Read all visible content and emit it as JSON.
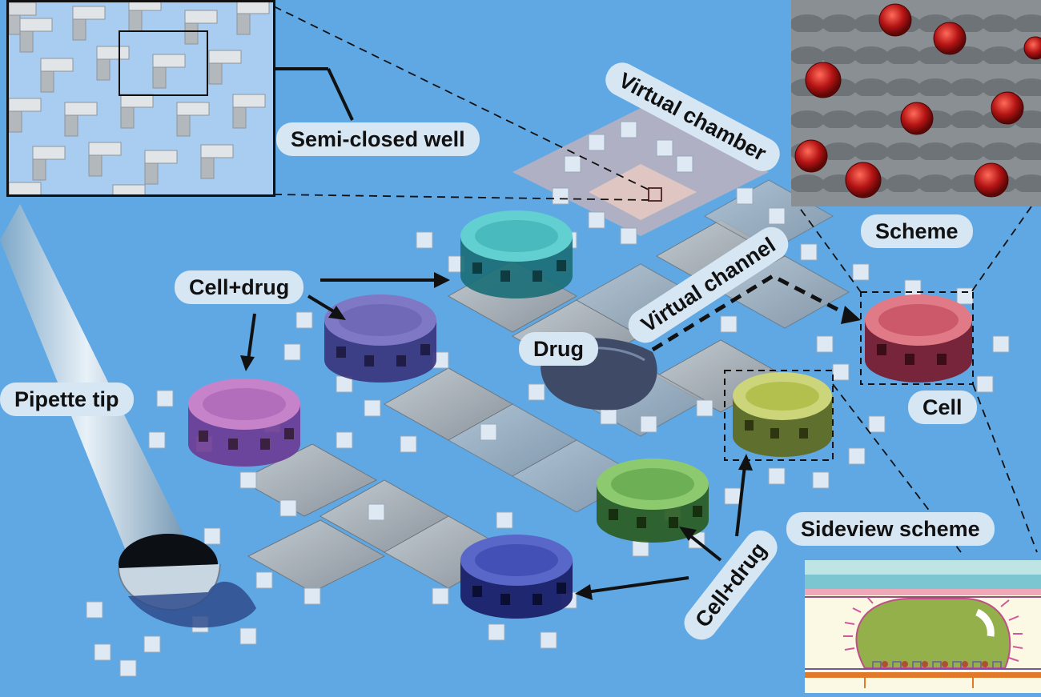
{
  "labels": {
    "semi_closed_well": "Semi-closed well",
    "virtual_chamber": "Virtual chamber",
    "scheme": "Scheme",
    "virtual_channel": "Virtual channel",
    "cell_drug_top": "Cell+drug",
    "drug": "Drug",
    "pipette_tip": "Pipette tip",
    "cell": "Cell",
    "sideview_scheme": "Sideview scheme",
    "cell_drug_bottom": "Cell+drug"
  },
  "colors": {
    "background": "#5fa8e4",
    "label_bg": "#d7e6f3",
    "droplet_pink": "#b05ab8",
    "droplet_purple": "#5a4fb0",
    "droplet_teal": "#2fb3b8",
    "droplet_red": "#c0354a",
    "droplet_yellow": "#a9b63a",
    "droplet_green": "#4f9c3a",
    "droplet_blue": "#27339a",
    "cell_red": "#b01818"
  }
}
